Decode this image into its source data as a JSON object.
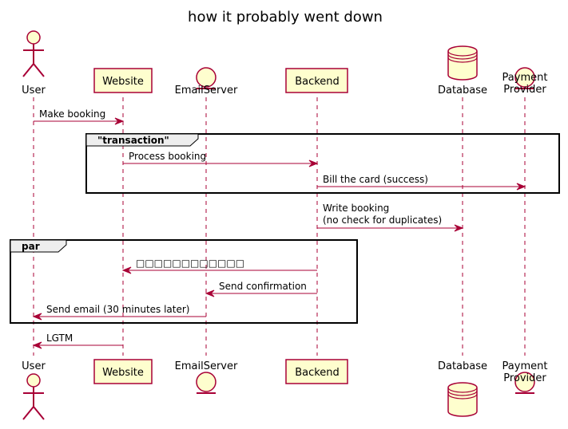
{
  "title": "how it probably went down",
  "participants": [
    {
      "id": "user",
      "label": "User",
      "kind": "actor"
    },
    {
      "id": "website",
      "label": "Website",
      "kind": "participant"
    },
    {
      "id": "emailserver",
      "label": "EmailServer",
      "kind": "entity"
    },
    {
      "id": "backend",
      "label": "Backend",
      "kind": "participant"
    },
    {
      "id": "database",
      "label": "Database",
      "kind": "database"
    },
    {
      "id": "payment",
      "label": "Payment\nProvider",
      "kind": "entity"
    }
  ],
  "messages": [
    {
      "from": "user",
      "to": "website",
      "label": "Make booking"
    },
    {
      "from": "website",
      "to": "backend",
      "label": "Process booking"
    },
    {
      "from": "backend",
      "to": "payment",
      "label": "Bill the card (success)"
    },
    {
      "from": "backend",
      "to": "database",
      "label": "Write booking\n(no check for duplicates)"
    },
    {
      "from": "backend",
      "to": "website",
      "label": "□□□□□□□□□□□□"
    },
    {
      "from": "backend",
      "to": "emailserver",
      "label": "Send confirmation"
    },
    {
      "from": "emailserver",
      "to": "user",
      "label": "Send email (30 minutes later)"
    },
    {
      "from": "website",
      "to": "user",
      "label": "LGTM"
    }
  ],
  "groups": [
    {
      "label": "\"transaction\"",
      "first_message": 1,
      "last_message": 2
    },
    {
      "label": "par",
      "first_message": 4,
      "last_message": 6
    }
  ],
  "colors": {
    "line": "#A80036",
    "box_fill": "#FEFECE",
    "group_tab": "#EEEEEE"
  }
}
